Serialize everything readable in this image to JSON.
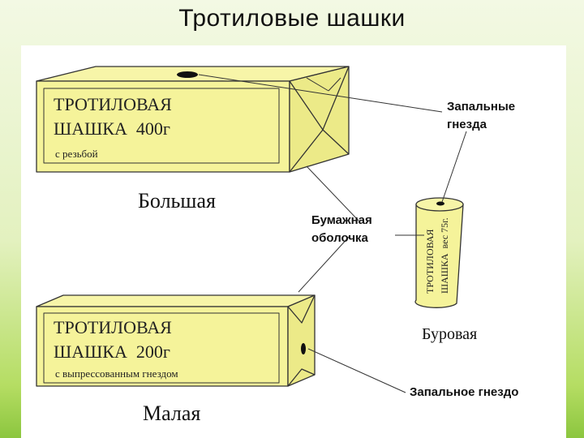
{
  "title": "Тротиловые шашки",
  "large_block": {
    "line1": "ТРОТИЛОВАЯ",
    "line2": "ШАШКА  400г",
    "note": "с резьбой",
    "caption": "Большая"
  },
  "small_block": {
    "line1": "ТРОТИЛОВАЯ",
    "line2": "ШАШКА  200г",
    "note": "с выпрессованным гнездом",
    "caption": "Малая"
  },
  "drill_block": {
    "text_line1": "ТРОТИЛОВАЯ",
    "text_line2": "ШАШКА  вес 75г.",
    "caption": "Буровая"
  },
  "callouts": {
    "fuse_sockets_line1": "Запальные",
    "fuse_sockets_line2": "гнезда",
    "paper_shell_line1": "Бумажная",
    "paper_shell_line2": "оболочка",
    "fuse_socket": "Запальное гнездо"
  },
  "colors": {
    "block_fill": "#f5f39a",
    "block_side": "#ecea88",
    "outline": "#333333",
    "background_top": "#f3f9e4",
    "background_bottom": "#8cc63f"
  }
}
